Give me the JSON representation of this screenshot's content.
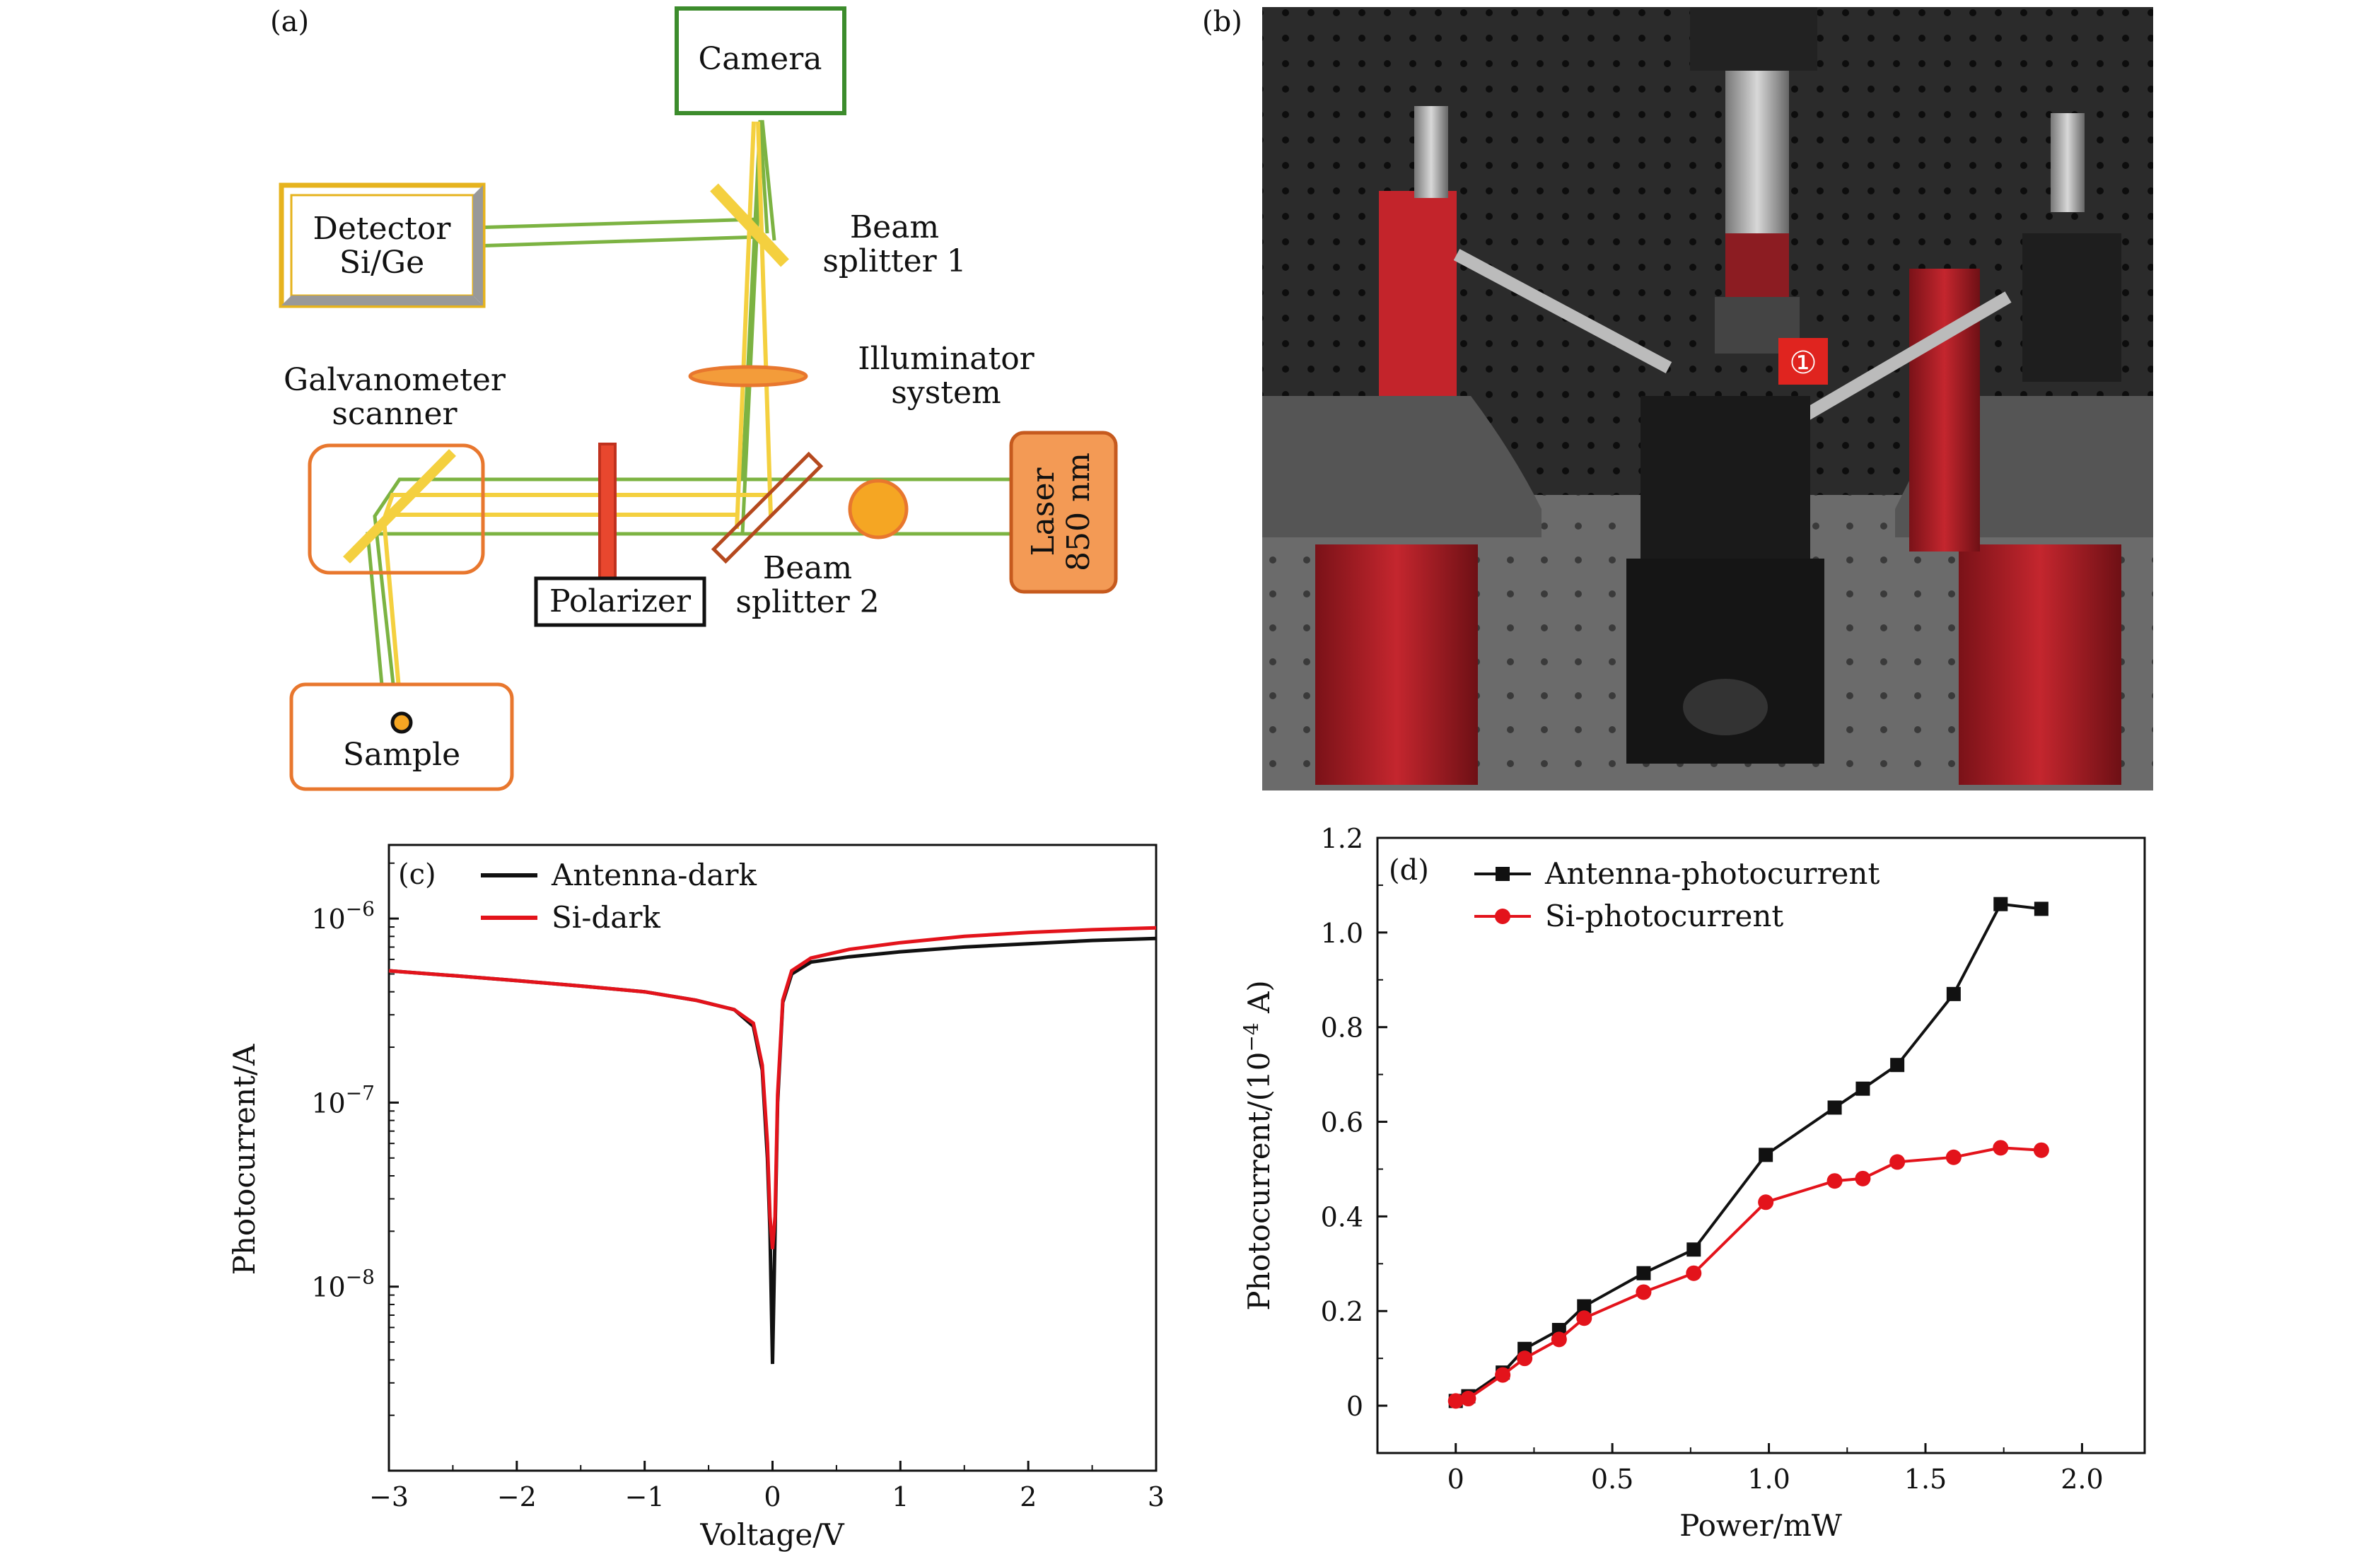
{
  "panels": {
    "a": {
      "label": "(a)",
      "components": {
        "camera": "Camera",
        "detector_line1": "Detector",
        "detector_line2": "Si/Ge",
        "bs1_line1": "Beam",
        "bs1_line2": "splitter 1",
        "illum_line1": "Illuminator",
        "illum_line2": "system",
        "galvo_line1": "Galvanometer",
        "galvo_line2": "scanner",
        "laser_line1": "Laser",
        "laser_line2": "850 nm",
        "polarizer": "Polarizer",
        "bs2_line1": "Beam",
        "bs2_line2": "splitter 2",
        "sample": "Sample"
      },
      "colors": {
        "beam_green": "#7cb342",
        "beam_yellow": "#f4d03f",
        "orange": "#e8772e",
        "camera_box": "#3c8c2c",
        "detector_box": "#e6b31e"
      }
    },
    "b": {
      "label": "(b)",
      "marker": "①",
      "colors": {
        "stage_red": "#b5252c",
        "table": "#5a5a5a",
        "marker_bg": "#e0241f"
      }
    }
  },
  "chart_data": [
    {
      "panel": "(c)",
      "type": "line",
      "xlabel": "Voltage/V",
      "ylabel": "Photocurrent/A",
      "xlim": [
        -3,
        3
      ],
      "ylim_log10": [
        -9.0,
        -5.6
      ],
      "yscale": "log",
      "xticks": [
        "−3",
        "−2",
        "−1",
        "0",
        "1",
        "2",
        "3"
      ],
      "yticks": [
        {
          "base": "10",
          "exp": "−6",
          "log10": -6
        },
        {
          "base": "10",
          "exp": "−7",
          "log10": -7
        },
        {
          "base": "10",
          "exp": "−8",
          "log10": -8
        }
      ],
      "legend_position": "top-left",
      "series": [
        {
          "name": "Antenna-dark",
          "color": "#111111",
          "x": [
            -3,
            -2.5,
            -2,
            -1.5,
            -1,
            -0.6,
            -0.3,
            -0.15,
            -0.08,
            -0.04,
            -0.02,
            0,
            0.02,
            0.04,
            0.08,
            0.15,
            0.3,
            0.6,
            1,
            1.5,
            2,
            2.5,
            3
          ],
          "y": [
            5.2e-07,
            4.9e-07,
            4.6e-07,
            4.3e-07,
            4e-07,
            3.6e-07,
            3.2e-07,
            2.6e-07,
            1.5e-07,
            5e-08,
            2e-08,
            3.8e-09,
            2e-08,
            1e-07,
            3.5e-07,
            5e-07,
            5.8e-07,
            6.2e-07,
            6.6e-07,
            7e-07,
            7.3e-07,
            7.6e-07,
            7.8e-07
          ]
        },
        {
          "name": "Si-dark",
          "color": "#e3131b",
          "x": [
            -3,
            -2.5,
            -2,
            -1.5,
            -1,
            -0.6,
            -0.3,
            -0.15,
            -0.08,
            -0.04,
            -0.02,
            0,
            0.02,
            0.04,
            0.08,
            0.15,
            0.3,
            0.6,
            1,
            1.5,
            2,
            2.5,
            3
          ],
          "y": [
            5.2e-07,
            4.9e-07,
            4.6e-07,
            4.3e-07,
            4e-07,
            3.6e-07,
            3.2e-07,
            2.7e-07,
            1.6e-07,
            6e-08,
            2.4e-08,
            1.6e-08,
            2.4e-08,
            1.1e-07,
            3.6e-07,
            5.2e-07,
            6.1e-07,
            6.8e-07,
            7.4e-07,
            8e-07,
            8.4e-07,
            8.7e-07,
            8.9e-07
          ]
        }
      ]
    },
    {
      "panel": "(d)",
      "type": "line",
      "xlabel": "Power/mW",
      "ylabel": "Photocurrent/(10",
      "ylabel_exp": "−4",
      "ylabel_tail": " A)",
      "xlim": [
        -0.25,
        2.2
      ],
      "ylim": [
        -0.1,
        1.2
      ],
      "xticks": [
        "0",
        "0.5",
        "1.0",
        "1.5",
        "2.0"
      ],
      "xtick_values": [
        0,
        0.5,
        1.0,
        1.5,
        2.0
      ],
      "yticks": [
        "0",
        "0.2",
        "0.4",
        "0.6",
        "0.8",
        "1.0",
        "1.2"
      ],
      "ytick_values": [
        0,
        0.2,
        0.4,
        0.6,
        0.8,
        1.0,
        1.2
      ],
      "legend_position": "top-left",
      "series": [
        {
          "name": "Antenna-photocurrent",
          "color": "#111111",
          "marker": "square",
          "x": [
            0,
            0.04,
            0.15,
            0.22,
            0.33,
            0.41,
            0.6,
            0.76,
            0.99,
            1.21,
            1.3,
            1.41,
            1.59,
            1.74,
            1.87
          ],
          "y": [
            0.01,
            0.02,
            0.07,
            0.12,
            0.16,
            0.21,
            0.28,
            0.33,
            0.53,
            0.63,
            0.67,
            0.72,
            0.87,
            1.06,
            1.05
          ]
        },
        {
          "name": "Si-photocurrent",
          "color": "#e3131b",
          "marker": "circle",
          "x": [
            0,
            0.04,
            0.15,
            0.22,
            0.33,
            0.41,
            0.6,
            0.76,
            0.99,
            1.21,
            1.3,
            1.41,
            1.59,
            1.74,
            1.87
          ],
          "y": [
            0.01,
            0.015,
            0.065,
            0.1,
            0.14,
            0.185,
            0.24,
            0.28,
            0.43,
            0.475,
            0.48,
            0.515,
            0.525,
            0.545,
            0.54
          ]
        }
      ]
    }
  ]
}
